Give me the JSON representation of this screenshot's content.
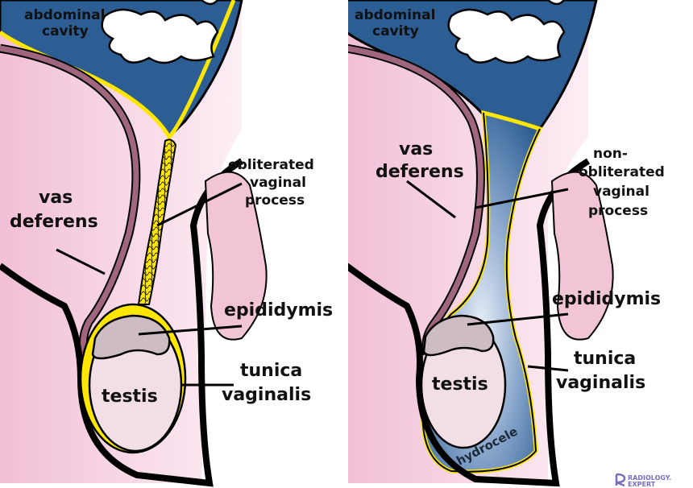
{
  "panels": [
    {
      "abdominal_cavity": [
        "abdominal",
        "cavity"
      ],
      "vas_deferens": [
        "vas",
        "deferens"
      ],
      "process": [
        "obliterated",
        "vaginal",
        "process"
      ],
      "epididymis": "epididymis",
      "testis": "testis",
      "tunica_vaginalis": [
        "tunica",
        "vaginalis"
      ]
    },
    {
      "abdominal_cavity": [
        "abdominal",
        "cavity"
      ],
      "vas_deferens": [
        "vas",
        "deferens"
      ],
      "process": [
        "non-",
        "obliterated",
        "vaginal",
        "process"
      ],
      "epididymis": "epididymis",
      "testis": "testis",
      "tunica_vaginalis": [
        "tunica",
        "vaginalis"
      ],
      "hydrocele": "hydrocele"
    }
  ],
  "logo": {
    "line1": "RADIOLOGY.",
    "line2": "EXPERT"
  },
  "colors": {
    "cavity_blue": "#2c5d93",
    "skin_pink": "#f5cfe0",
    "lining_yellow": "#ffe600",
    "vas_mauve": "#a0667d",
    "testis_fill": "#f2dfe6",
    "epididymis_fill": "#cdbcc4",
    "outline": "#000000"
  }
}
